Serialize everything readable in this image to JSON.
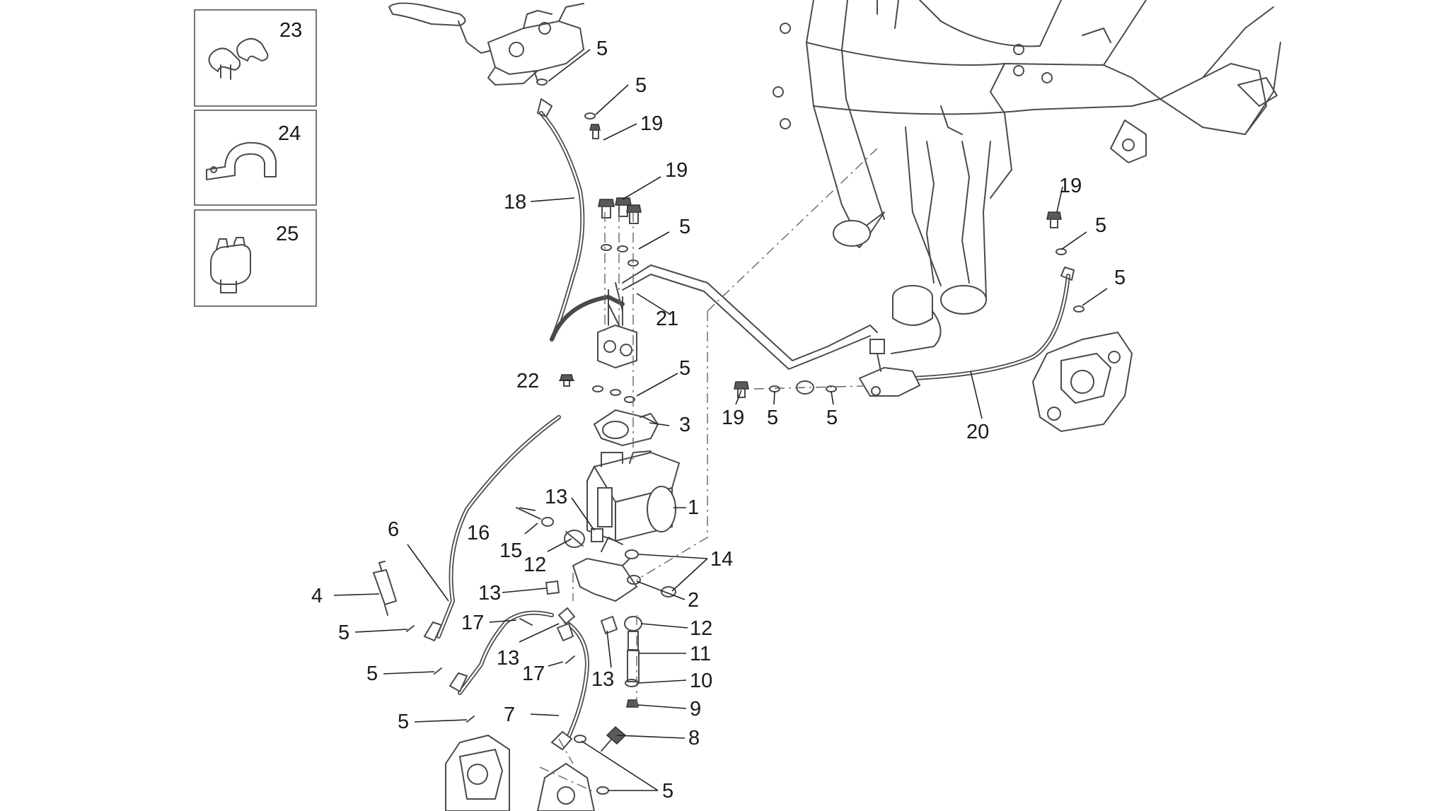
{
  "diagram": {
    "inset_labels": [
      "23",
      "24",
      "25"
    ],
    "callouts": {
      "c5_top": "5",
      "c5_b": "5",
      "c19_a": "19",
      "c18": "18",
      "c19_b": "19",
      "c5_c": "5",
      "c21": "21",
      "c19_right": "19",
      "c5_right_a": "5",
      "c5_right_b": "5",
      "c5_mid": "5",
      "c22": "22",
      "c3": "3",
      "c19_low": "19",
      "c5_low_a": "5",
      "c5_low_b": "5",
      "c20": "20",
      "c1": "1",
      "c13_a": "13",
      "c16": "16",
      "c6": "6",
      "c15": "15",
      "c12_a": "12",
      "c14": "14",
      "c4": "4",
      "c13_b": "13",
      "c2": "2",
      "c17_a": "17",
      "c12_b": "12",
      "c5_l1": "5",
      "c13_c": "13",
      "c11": "11",
      "c5_l2": "5",
      "c17_b": "17",
      "c13_d": "13",
      "c10": "10",
      "c9": "9",
      "c5_l3": "5",
      "c7": "7",
      "c8": "8",
      "c5_bottom": "5"
    }
  }
}
